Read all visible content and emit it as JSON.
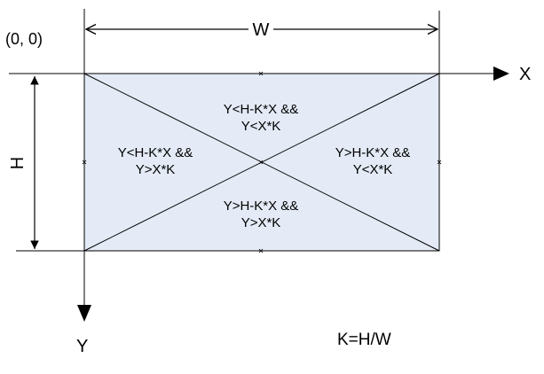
{
  "diagram": {
    "origin_label": "(0, 0)",
    "x_axis_label": "X",
    "y_axis_label": "Y",
    "width_label": "W",
    "height_label": "H",
    "k_formula": "K=H/W",
    "regions": {
      "top": {
        "line1": "Y<H-K*X &&",
        "line2": "Y<X*K"
      },
      "left": {
        "line1": "Y<H-K*X &&",
        "line2": "Y>X*K"
      },
      "right": {
        "line1": "Y>H-K*X &&",
        "line2": "Y<X*K"
      },
      "bottom": {
        "line1": "Y>H-K*X &&",
        "line2": "Y>X*K"
      }
    },
    "colors": {
      "rect_fill": "#e4ebf6",
      "stroke": "#000000",
      "text": "#000000"
    }
  }
}
